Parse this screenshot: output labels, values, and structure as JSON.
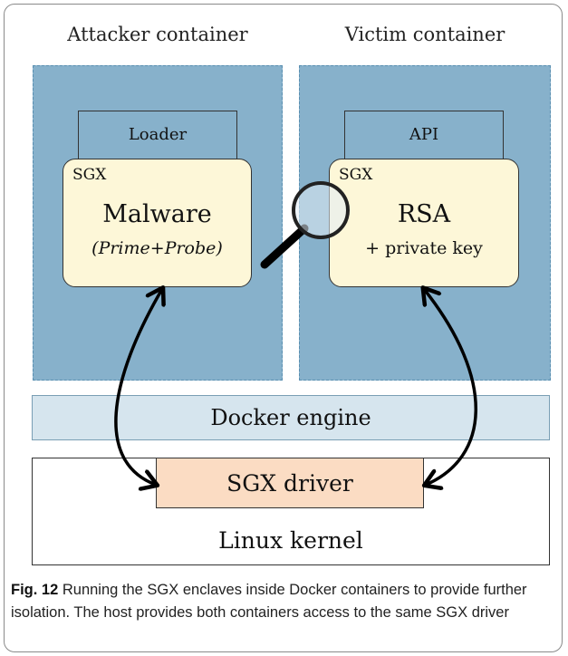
{
  "headers": {
    "attacker": "Attacker container",
    "victim": "Victim container"
  },
  "attacker": {
    "tab_label": "Loader",
    "sgx_tag": "SGX",
    "enclave_title": "Malware",
    "enclave_sub": "(Prime+Probe)"
  },
  "victim": {
    "tab_label": "API",
    "sgx_tag": "SGX",
    "enclave_title": "RSA",
    "enclave_sub": "+ private key"
  },
  "docker_engine": "Docker engine",
  "sgx_driver": "SGX driver",
  "linux_kernel": "Linux kernel",
  "caption": {
    "label": "Fig. 12",
    "text": " Running the SGX enclaves inside Docker containers to provide further isolation. The host provides both containers access to the same SGX driver"
  },
  "icons": [
    "magnifier-icon"
  ],
  "colors": {
    "container_fill": "#87b1cb",
    "enclave_fill": "#fdf7d8",
    "engine_fill": "#d6e5ee",
    "driver_fill": "#fbdcc3"
  }
}
